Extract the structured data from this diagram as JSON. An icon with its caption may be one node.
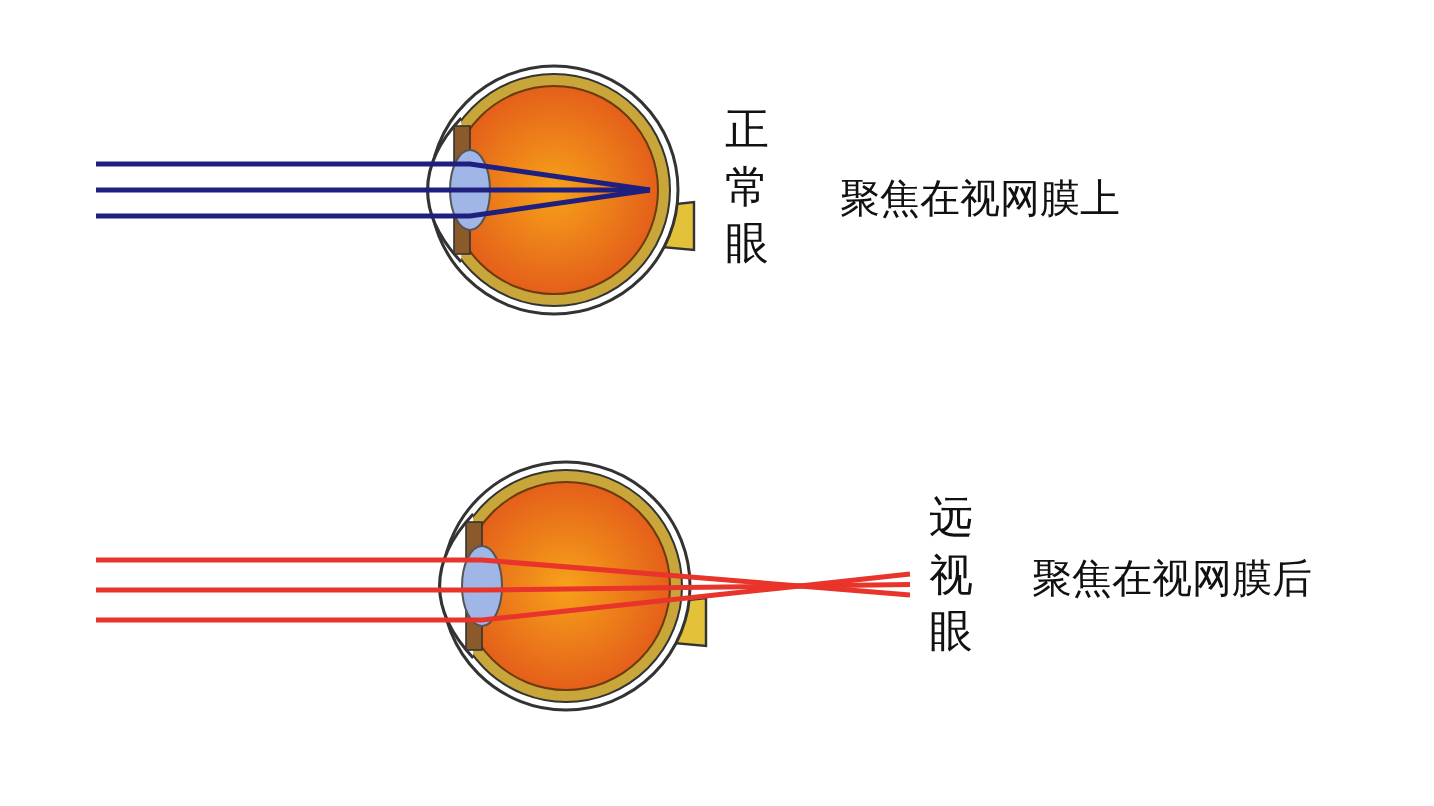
{
  "diagram": {
    "labels": [
      "正常眼",
      "聚焦在视网膜上",
      "远视眼",
      "聚焦在视网膜后"
    ]
  }
}
